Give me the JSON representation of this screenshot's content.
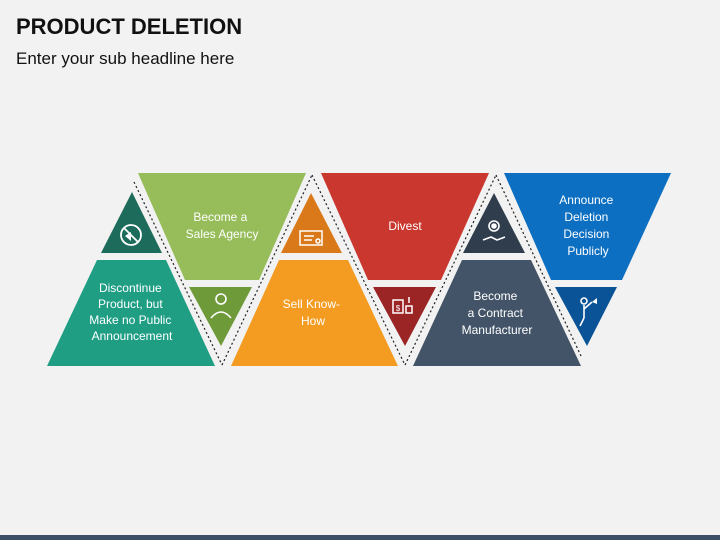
{
  "header": {
    "title": "PRODUCT DELETION",
    "subtitle": "Enter your sub headline here"
  },
  "steps": [
    {
      "label_lines": [
        "Discontinue",
        "Product, but",
        "Make no Public",
        "Announcement"
      ],
      "color": "#1f9e84",
      "icon": "no-announcement-icon",
      "icon_color": "#1d6b5a"
    },
    {
      "label_lines": [
        "Become a",
        "Sales Agency"
      ],
      "color": "#97bd5a",
      "icon": "sales-agent-icon",
      "icon_color": "#6e9a3a"
    },
    {
      "label_lines": [
        "Sell Know-",
        "How"
      ],
      "color": "#f39c21",
      "icon": "certificate-icon",
      "icon_color": "#d9791a"
    },
    {
      "label_lines": [
        "Divest"
      ],
      "color": "#c9372e",
      "icon": "money-divest-icon",
      "icon_color": "#9b2424"
    },
    {
      "label_lines": [
        "Become",
        "a Contract",
        "Manufacturer"
      ],
      "color": "#435468",
      "icon": "handshake-gear-icon",
      "icon_color": "#2f3d4d"
    },
    {
      "label_lines": [
        "Announce",
        "Deletion",
        "Decision",
        "Publicly"
      ],
      "color": "#0d6fc1",
      "icon": "megaphone-person-icon",
      "icon_color": "#0a5396"
    }
  ]
}
